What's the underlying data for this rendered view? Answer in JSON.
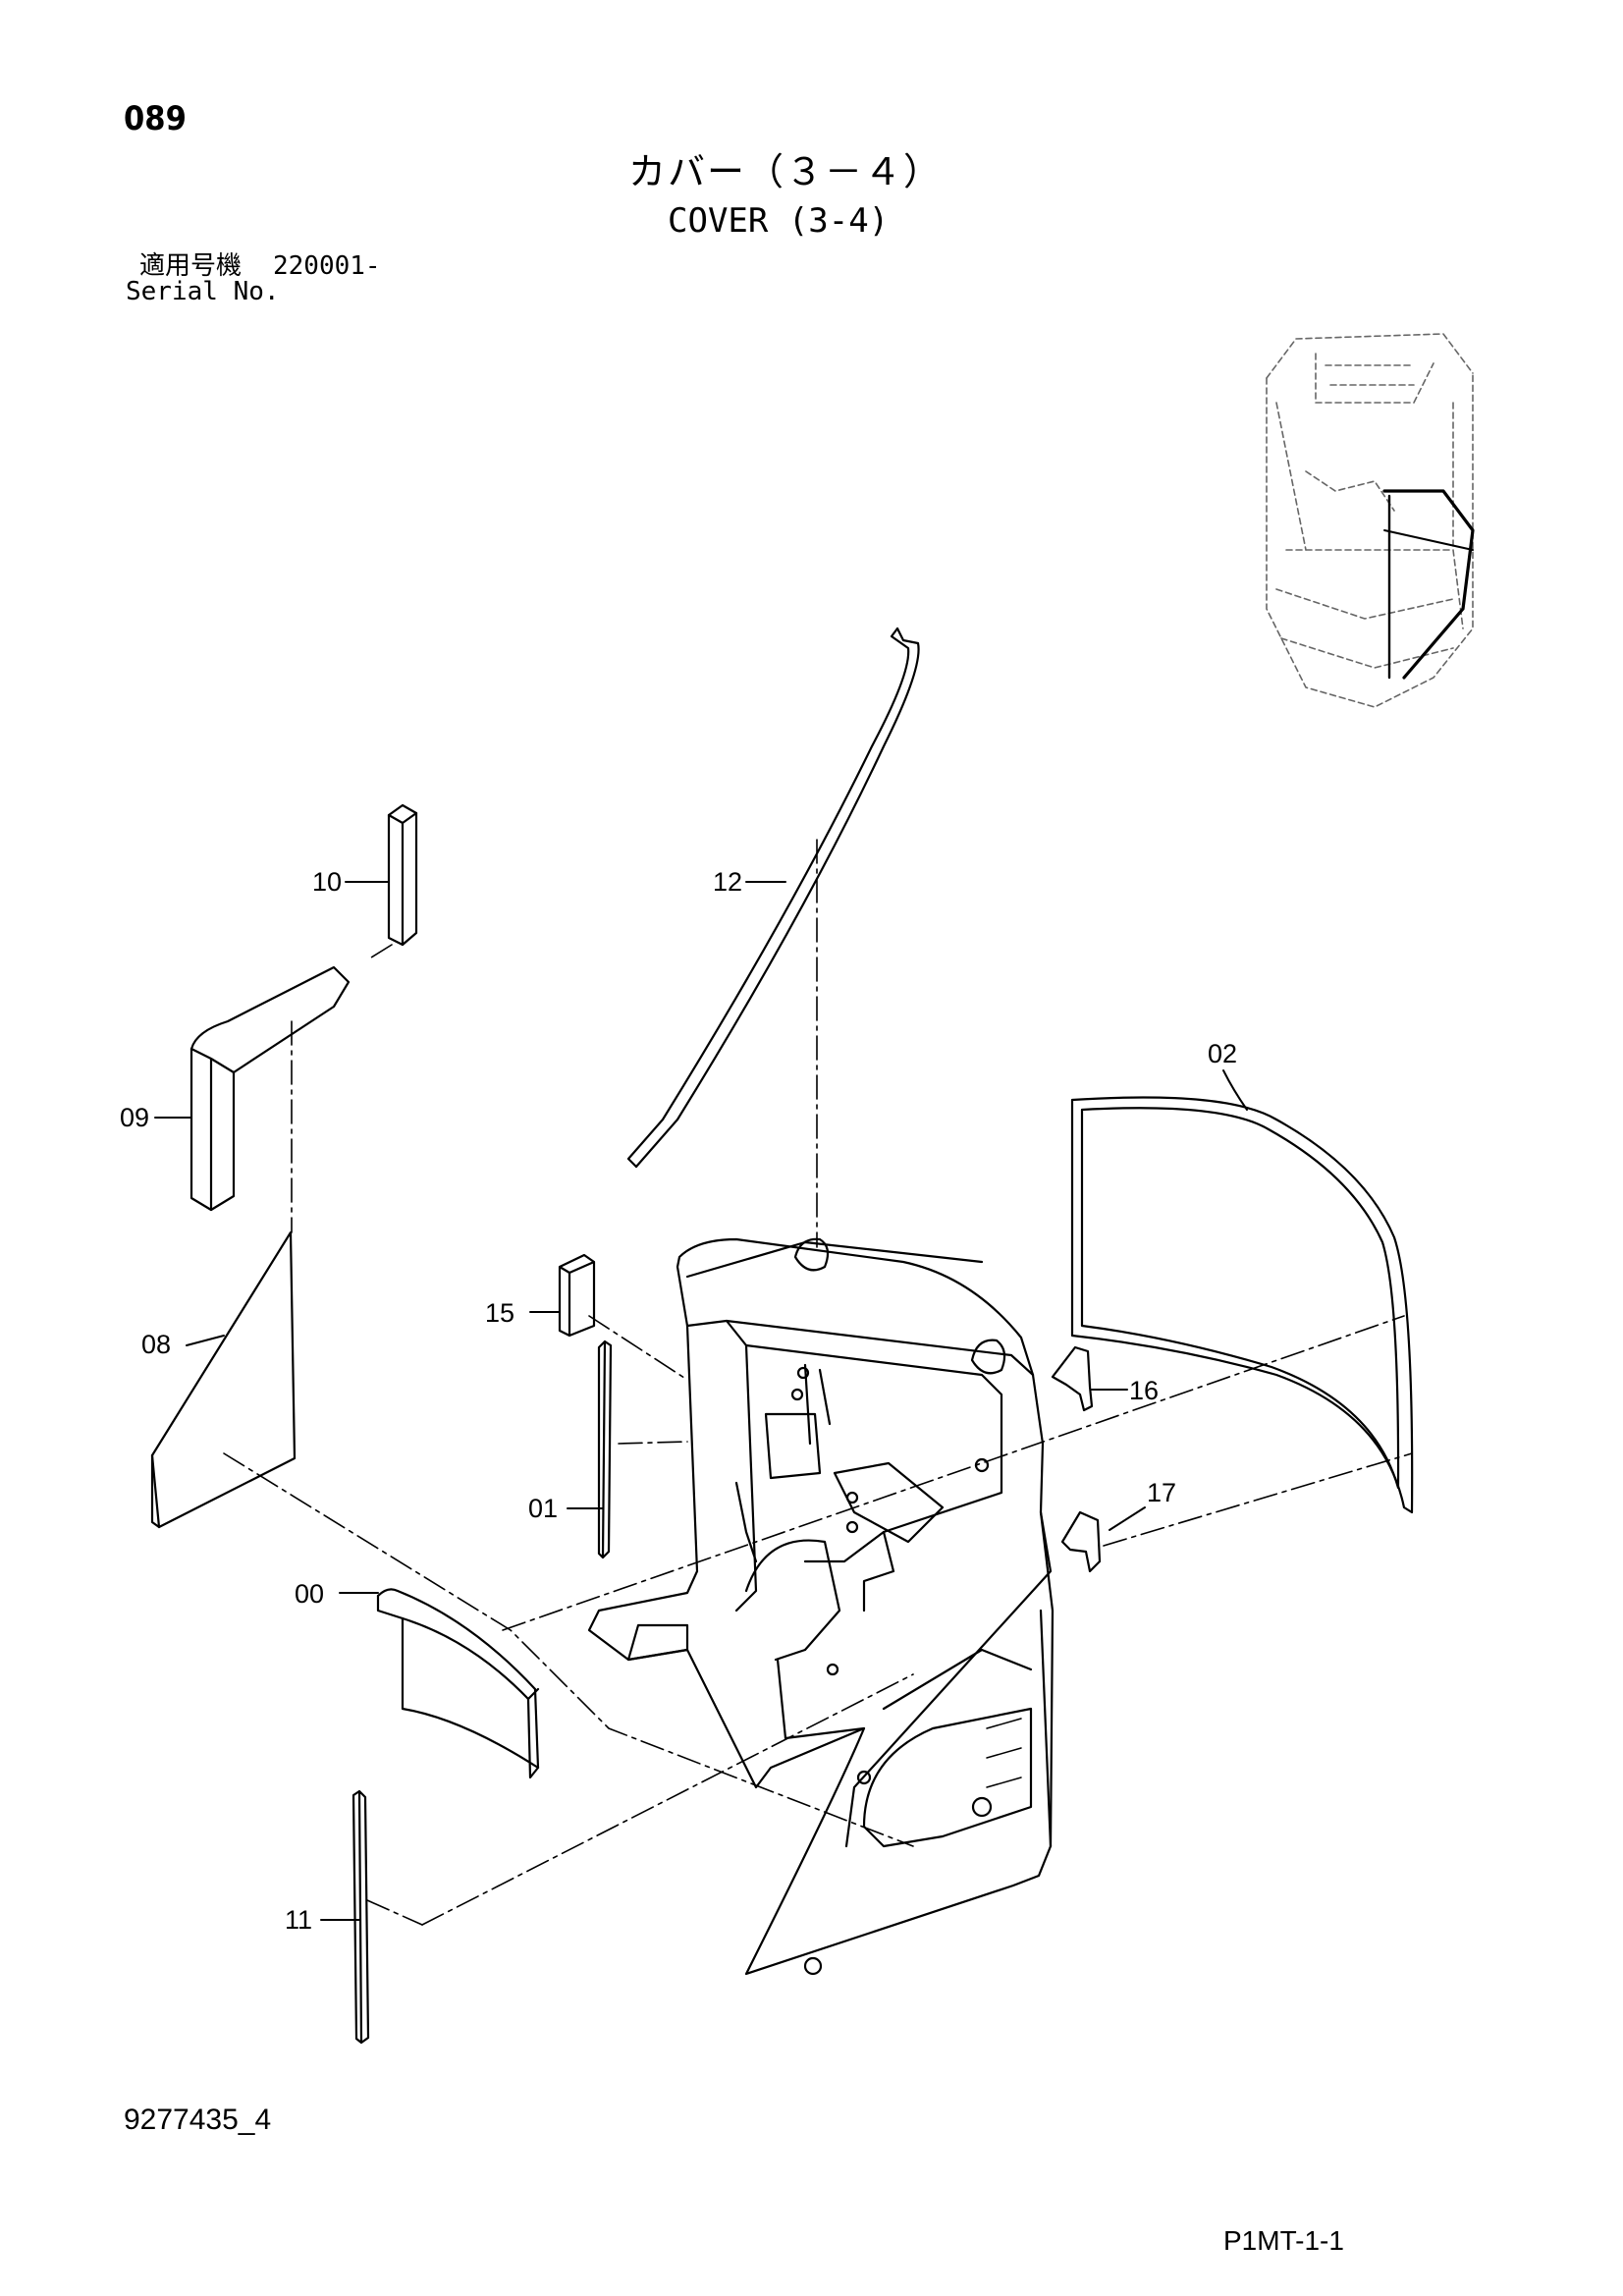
{
  "header": {
    "page_number": "089",
    "title_ja": "カバー（３－４）",
    "title_en": "COVER (3-4)",
    "serial_label_ja": "適用号機",
    "serial_value": "220001-",
    "serial_label_en": "Serial No."
  },
  "callouts": [
    {
      "id": "10",
      "label": "10"
    },
    {
      "id": "12",
      "label": "12"
    },
    {
      "id": "02",
      "label": "02"
    },
    {
      "id": "09",
      "label": "09"
    },
    {
      "id": "15",
      "label": "15"
    },
    {
      "id": "08",
      "label": "08"
    },
    {
      "id": "16",
      "label": "16"
    },
    {
      "id": "01",
      "label": "01"
    },
    {
      "id": "17",
      "label": "17"
    },
    {
      "id": "00",
      "label": "00"
    },
    {
      "id": "11",
      "label": "11"
    }
  ],
  "footer": {
    "document_id": "9277435_4",
    "sheet_code": "P1MT-1-1"
  }
}
